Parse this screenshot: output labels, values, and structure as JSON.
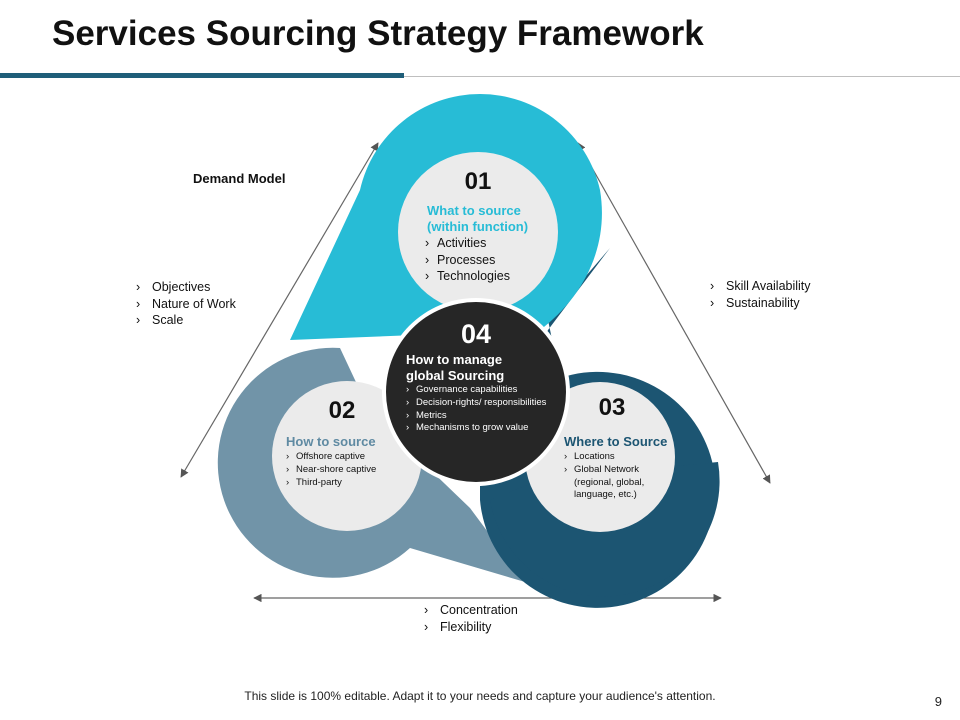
{
  "title": "Services Sourcing Strategy Framework",
  "colors": {
    "accent": "#1f5e79",
    "cyan": "#27bcd6",
    "steel": "#7194a8",
    "navy": "#1c5572",
    "dark": "#262626",
    "inner": "#ebebeb"
  },
  "demand_model": {
    "label": "Demand Model",
    "items": [
      "Objectives",
      "Nature of Work",
      "Scale"
    ]
  },
  "right_items": [
    "Skill Availability",
    "Sustainability"
  ],
  "bottom_items": [
    "Concentration",
    "Flexibility"
  ],
  "center": {
    "number": "04",
    "heading_line1": "How to manage",
    "heading_line2": "global Sourcing",
    "items": [
      "Governance capabilities",
      "Decision-rights/ responsibilities",
      "Metrics",
      "Mechanisms to grow value"
    ]
  },
  "top": {
    "number": "01",
    "heading_line1": "What to source",
    "heading_line2": "(within function)",
    "items": [
      "Activities",
      "Processes",
      "Technologies"
    ]
  },
  "left": {
    "number": "02",
    "heading": "How to source",
    "items": [
      "Offshore captive",
      "Near-shore captive",
      "Third-party"
    ]
  },
  "right": {
    "number": "03",
    "heading": "Where to Source",
    "items": [
      "Locations",
      "Global Network",
      "(regional, global,",
      "language, etc.)"
    ]
  },
  "footer": "This slide is 100% editable. Adapt it to your needs and capture your audience's attention.",
  "page_number": "9"
}
